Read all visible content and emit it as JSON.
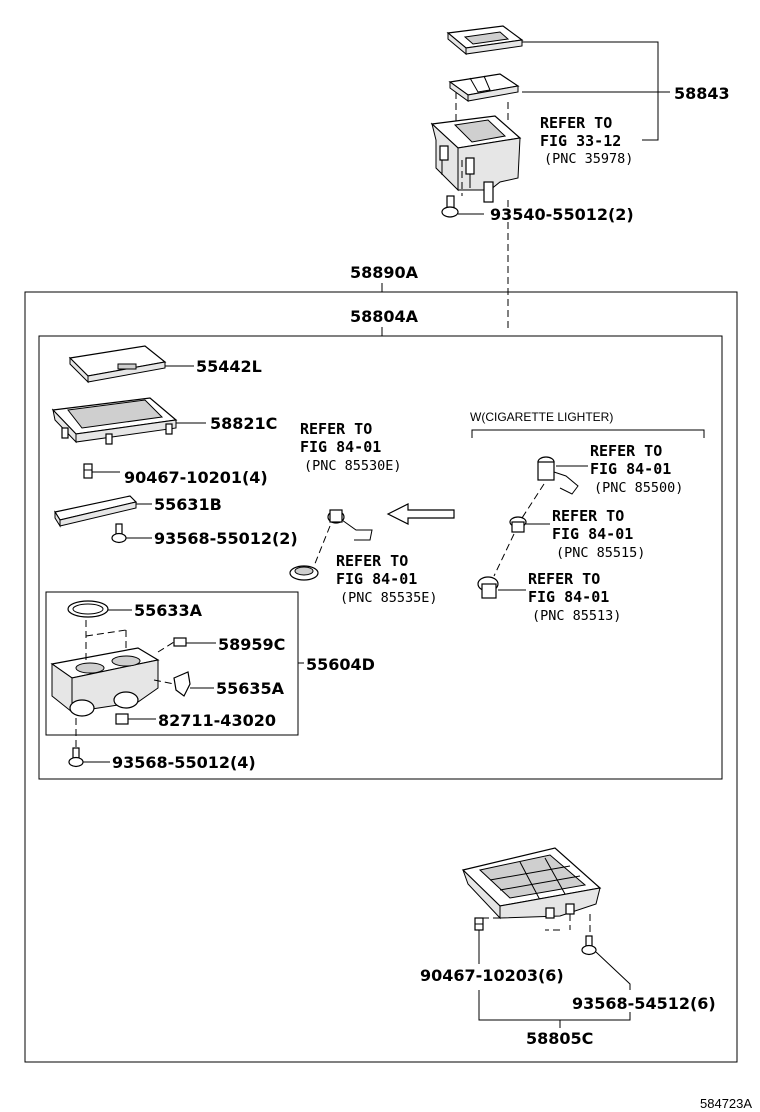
{
  "labels": {
    "p58843": "58843",
    "ref_top": {
      "l1": "REFER TO",
      "l2": "FIG 33-12",
      "l3": "(PNC 35978)"
    },
    "p93540": "93540-55012(2)",
    "p58890a": "58890A",
    "p58804a": "58804A",
    "p55442l": "55442L",
    "p58821c": "58821C",
    "p90467a": "90467-10201(4)",
    "p55631b": "55631B",
    "p93568a": "93568-55012(2)",
    "p55633a": "55633A",
    "p58959c": "58959C",
    "p55604d": "55604D",
    "p55635a": "55635A",
    "p82711": "82711-43020",
    "p93568b": "93568-55012(4)",
    "ref_e1": {
      "l1": "REFER TO",
      "l2": "FIG 84-01",
      "l3": "(PNC 85530E)"
    },
    "ref_e2": {
      "l1": "REFER TO",
      "l2": "FIG 84-01",
      "l3": "(PNC 85535E)"
    },
    "cig_header": "W(CIGARETTE LIGHTER)",
    "ref_c1": {
      "l1": "REFER TO",
      "l2": "FIG 84-01",
      "l3": "(PNC 85500)"
    },
    "ref_c2": {
      "l1": "REFER TO",
      "l2": "FIG 84-01",
      "l3": "(PNC 85515)"
    },
    "ref_c3": {
      "l1": "REFER TO",
      "l2": "FIG 84-01",
      "l3": "(PNC 85513)"
    },
    "p90467b": "90467-10203(6)",
    "p93568c": "93568-54512(6)",
    "p58805c": "58805C",
    "illustration_id": "584723A"
  }
}
